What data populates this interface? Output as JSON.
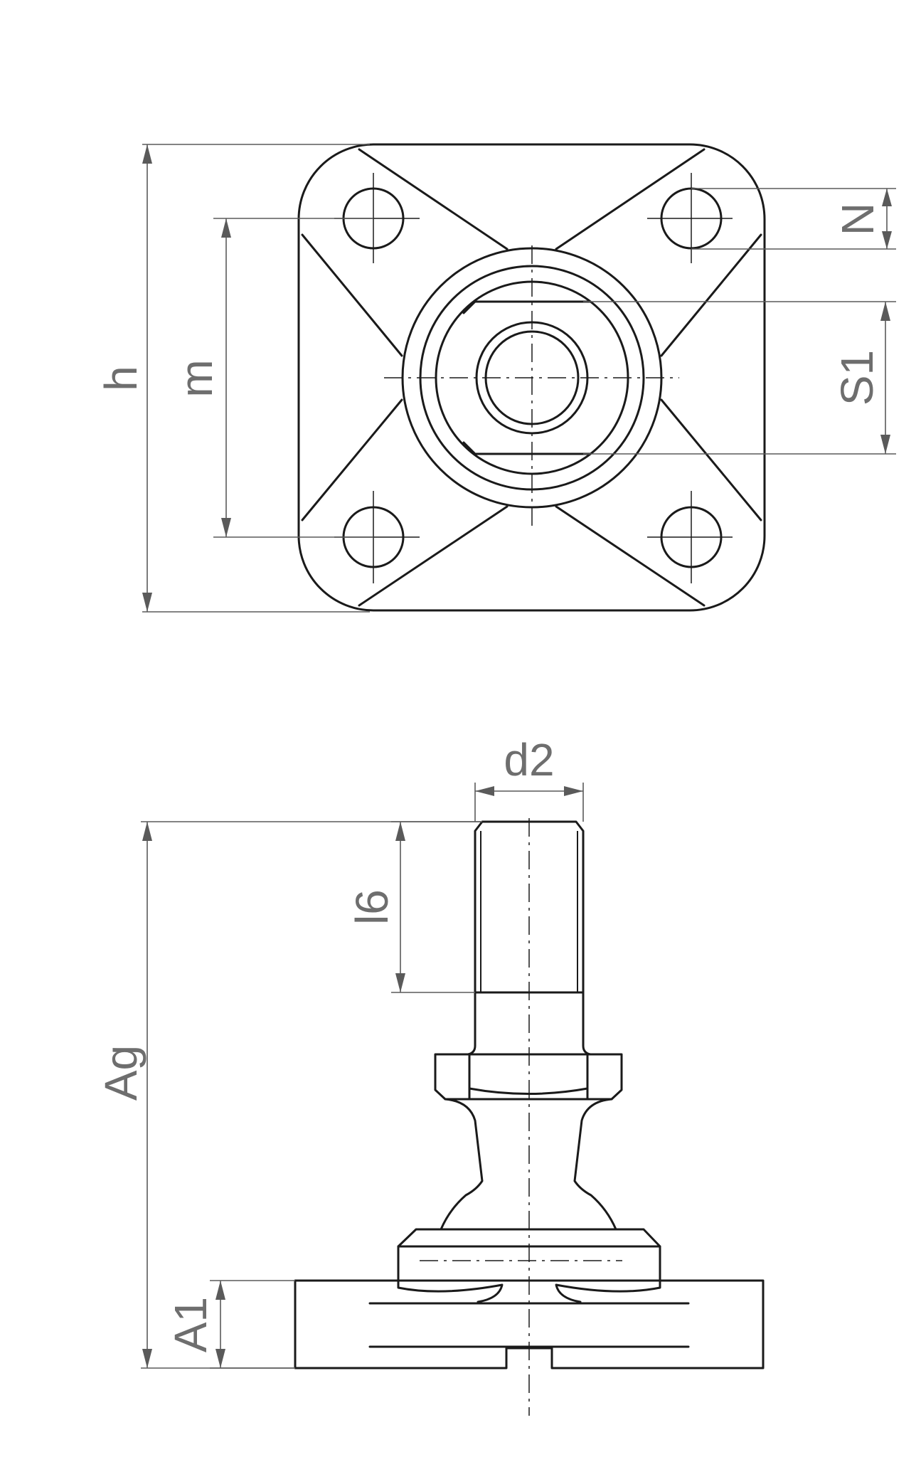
{
  "drawing": {
    "labels": {
      "h": "h",
      "m": "m",
      "N": "N",
      "S1": "S1",
      "d2": "d2",
      "l6": "l6",
      "Ag": "Ag",
      "A1": "A1"
    },
    "colors": {
      "part_line": "#1a1a1a",
      "dimension_line": "#5a5a5a",
      "label_text": "#6e6e6e",
      "background": "#ffffff"
    }
  }
}
